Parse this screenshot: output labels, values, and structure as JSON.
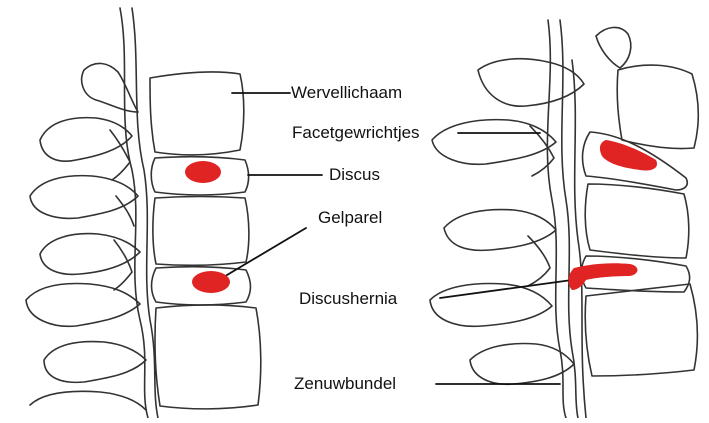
{
  "labels": {
    "wervellichaam": "Wervellichaam",
    "facetgewrichtjes": "Facetgewrichtjes",
    "discus": "Discus",
    "gelparel": "Gelparel",
    "discushernia": "Discushernia",
    "zenuwbundel": "Zenuwbundel"
  },
  "colors": {
    "line": "#333333",
    "highlight": "#e02424",
    "background": "#ffffff"
  },
  "views": {
    "left": "healthy spine (side view)",
    "right": "herniated disc (side view)"
  }
}
